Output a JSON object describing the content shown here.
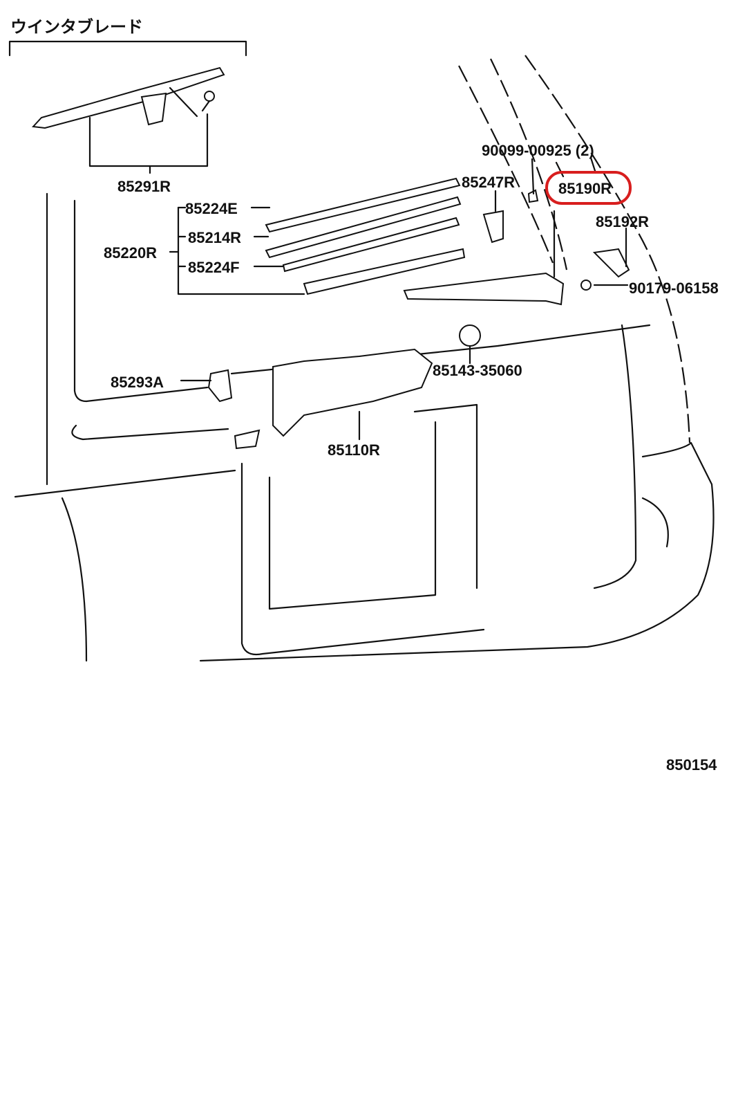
{
  "title": "ウインタブレード",
  "highlight_color": "#d81e1e",
  "labels": {
    "p85291R": "85291R",
    "p90099": "90099-00925 (2)",
    "p85247R": "85247R",
    "p85190R": "85190R",
    "p85224E": "85224E",
    "p85214R": "85214R",
    "p85220R": "85220R",
    "p85224F": "85224F",
    "p85192R": "85192R",
    "p90179": "90179-06158",
    "p85143": "85143-35060",
    "p85293A": "85293A",
    "p85110R": "85110R"
  },
  "diagram_id": "850154",
  "highlighted_part": "85190R"
}
